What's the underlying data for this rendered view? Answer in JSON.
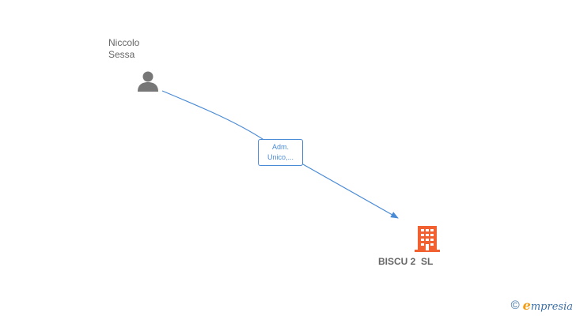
{
  "nodes": {
    "person": {
      "name_line1": "Niccolo",
      "name_line2": "Sessa",
      "icon": "person-icon",
      "color": "#777777"
    },
    "company": {
      "name": "BISCU 2  SL",
      "icon": "building-icon",
      "color": "#f06030"
    }
  },
  "edge": {
    "label_line1": "Adm.",
    "label_line2": "Unico,...",
    "color": "#4a8bd6"
  },
  "footer": {
    "copyright_symbol": "©",
    "brand_initial": "e",
    "brand_rest": "mpresia"
  }
}
